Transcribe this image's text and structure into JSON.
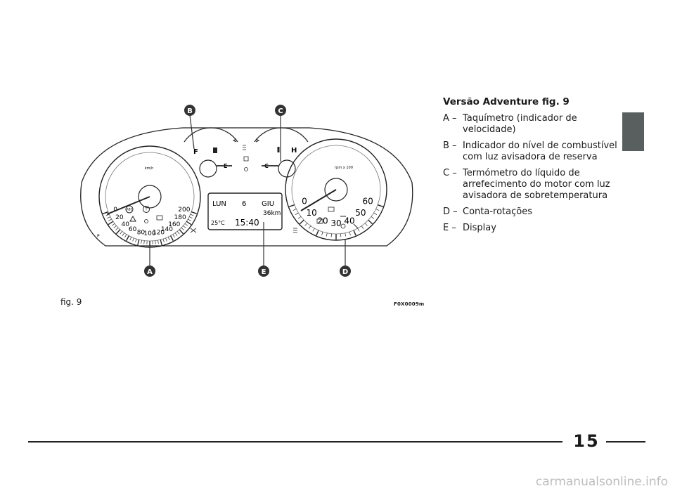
{
  "text": {
    "title": "Versão Adventure fig. 9",
    "items": [
      {
        "letter": "A –",
        "desc": "Taquímetro (indicador de velocidade)"
      },
      {
        "letter": "B –",
        "desc": "Indicador do nível de combustível com luz avisadora de reserva"
      },
      {
        "letter": "C –",
        "desc": "Termómetro do líquido de arrefecimento do motor com luz avisadora de sobretemperatura"
      },
      {
        "letter": "D –",
        "desc": "Conta-rotações"
      },
      {
        "letter": "E –",
        "desc": "Display"
      }
    ]
  },
  "figure": {
    "caption": "fig. 9",
    "code": "F0X0009m",
    "callouts": [
      "A",
      "B",
      "C",
      "D",
      "E"
    ],
    "speedo_labels": [
      "0",
      "20",
      "40",
      "60",
      "80",
      "100",
      "120",
      "140",
      "160",
      "180",
      "200"
    ],
    "speedo_unit": "km/h",
    "tacho_labels": [
      "0",
      "10",
      "20",
      "30",
      "40",
      "50",
      "60"
    ],
    "tacho_unit": "rpm x 100",
    "fuel_full": "F",
    "fuel_empty": "E",
    "temp_hot": "H",
    "temp_cold": "C",
    "display": {
      "day": "LUN",
      "date": "6",
      "month": "GIU",
      "distance": "36km",
      "temperature": "25°C",
      "time": "15:40"
    },
    "icon_names": [
      "fuel-pump-icon",
      "coolant-temp-icon",
      "turn-left-icon",
      "turn-right-icon",
      "high-beam-icon",
      "low-beam-icon",
      "sidelights-icon",
      "abs-icon",
      "brake-icon",
      "hazard-icon",
      "glow-plug-icon",
      "battery-icon",
      "oil-icon",
      "engine-icon",
      "airbag-icon",
      "seatbelt-icon",
      "door-icon",
      "rear-fog-icon",
      "front-fog-icon",
      "parking-light-icon"
    ]
  },
  "page": {
    "number": "15",
    "watermark": "carmanualsonline.info"
  },
  "colors": {
    "tab": "#595f5e",
    "callout": "#333333"
  }
}
